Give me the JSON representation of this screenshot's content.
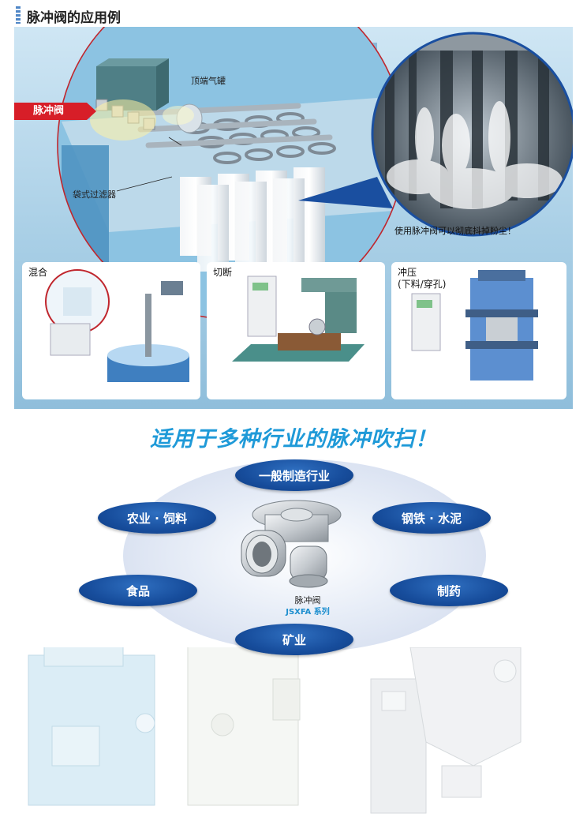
{
  "header": {
    "title": "脉冲阀的应用例"
  },
  "figure": {
    "label_pulse_valve": "脉冲阀",
    "label_tank": "顶端气罐",
    "label_bag_filter": "袋式过滤器",
    "caption_dust": "使用脉冲阀可以彻底抖掉粉尘！"
  },
  "applications": [
    {
      "label": "混合"
    },
    {
      "label": "切断"
    },
    {
      "label": "冲压",
      "sublabel": "(下料/穿孔)"
    }
  ],
  "slogan": "适用于多种行业的脉冲吹扫！",
  "industries": {
    "top": "一般制造行业",
    "left_upper": "农业 · 饲料",
    "right_upper": "钢铁 · 水泥",
    "left_lower": "食品",
    "right_lower": "制药",
    "bottom": "矿业"
  },
  "product": {
    "name": "脉冲阀",
    "series": "JSXFA 系列"
  },
  "colors": {
    "accent_red": "#d71e28",
    "pill_blue": "#174d9c",
    "slogan_blue": "#1f9ad8"
  }
}
